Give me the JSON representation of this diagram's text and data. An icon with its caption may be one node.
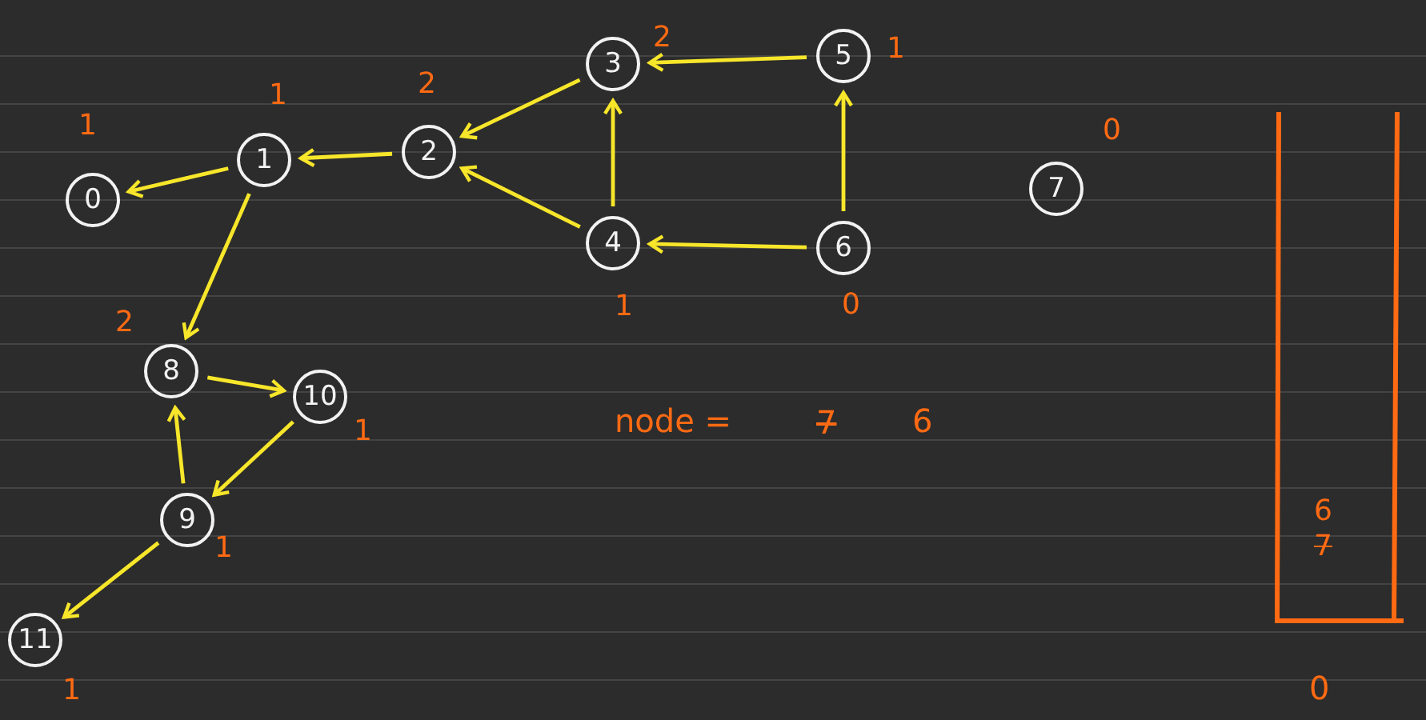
{
  "diagram": {
    "nodes": [
      {
        "text": [
          "0"
        ],
        "beside": [
          "1"
        ]
      },
      {
        "text": [
          "1"
        ],
        "beside": [
          "1"
        ]
      },
      {
        "text": [
          "2"
        ],
        "beside": [
          "2"
        ]
      },
      {
        "text": [
          "3"
        ],
        "beside": [
          "2"
        ]
      },
      {
        "text": [
          "4"
        ],
        "beside": [
          "1"
        ]
      },
      {
        "text": [
          "5"
        ],
        "beside": [
          "1"
        ]
      },
      {
        "text": [
          "6"
        ],
        "beside": [
          "0"
        ]
      },
      {
        "text": [
          "7"
        ],
        "beside": [
          "0"
        ]
      },
      {
        "text": [
          "8"
        ],
        "beside": [
          "2"
        ]
      },
      {
        "text": [
          "9"
        ],
        "beside": [
          "1"
        ]
      },
      {
        "text": [
          "10"
        ],
        "beside": [
          "1"
        ]
      },
      {
        "text": [
          "11"
        ],
        "beside": [
          "1"
        ]
      },
      {
        "text": [
          "6",
          "7"
        ]
      }
    ],
    "edges": [
      {
        "from": 1,
        "to": 0,
        "arrow": "to"
      },
      {
        "from": 2,
        "to": 1,
        "arrow": "to"
      },
      {
        "from": 3,
        "to": 2,
        "arrow": "to"
      },
      {
        "from": 4,
        "to": 2,
        "arrow": "to"
      },
      {
        "from": 5,
        "to": 3,
        "arrow": "to"
      },
      {
        "from": 4,
        "to": 3,
        "arrow": "to"
      },
      {
        "from": 6,
        "to": 4,
        "arrow": "to"
      },
      {
        "from": 6,
        "to": 5,
        "arrow": "to"
      },
      {
        "from": 1,
        "to": 8,
        "arrow": "to"
      },
      {
        "from": 8,
        "to": 10,
        "arrow": "to"
      },
      {
        "from": 10,
        "to": 9,
        "arrow": "to"
      },
      {
        "from": 9,
        "to": 8,
        "arrow": "to"
      },
      {
        "from": 9,
        "to": 11,
        "arrow": "to"
      }
    ],
    "labels": [
      "node =",
      "7",
      "6",
      "0"
    ]
  }
}
